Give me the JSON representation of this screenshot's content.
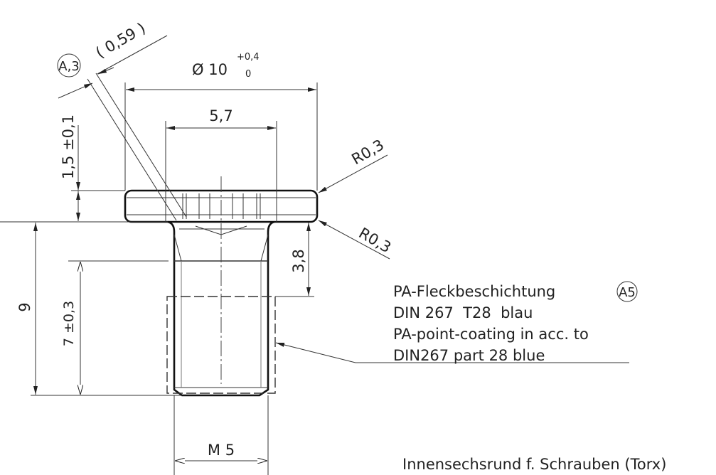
{
  "dimensions": {
    "head_diameter": "Ø 10",
    "head_diameter_tol_upper": "+0,4",
    "head_diameter_tol_lower": "0",
    "inner_width": "5,7",
    "head_height": "1,5 ±0,1",
    "total_length": "9",
    "thread_length": "7 ±0,3",
    "coating_offset": "3,8",
    "thread": "M 5",
    "radius_top": "R0,3",
    "radius_bottom": "R0,3",
    "angle_ref_value": "( 0,59 )",
    "angle_ref_marker": "A,3"
  },
  "note": {
    "lines": [
      "PA-Fleckbeschichtung",
      "DIN 267  T28  blau",
      "PA-point-coating in acc. to",
      "DIN267 part 28 blue"
    ],
    "marker": "A5"
  },
  "footer_text": "Innensechsrund f. Schrauben (Torx)"
}
